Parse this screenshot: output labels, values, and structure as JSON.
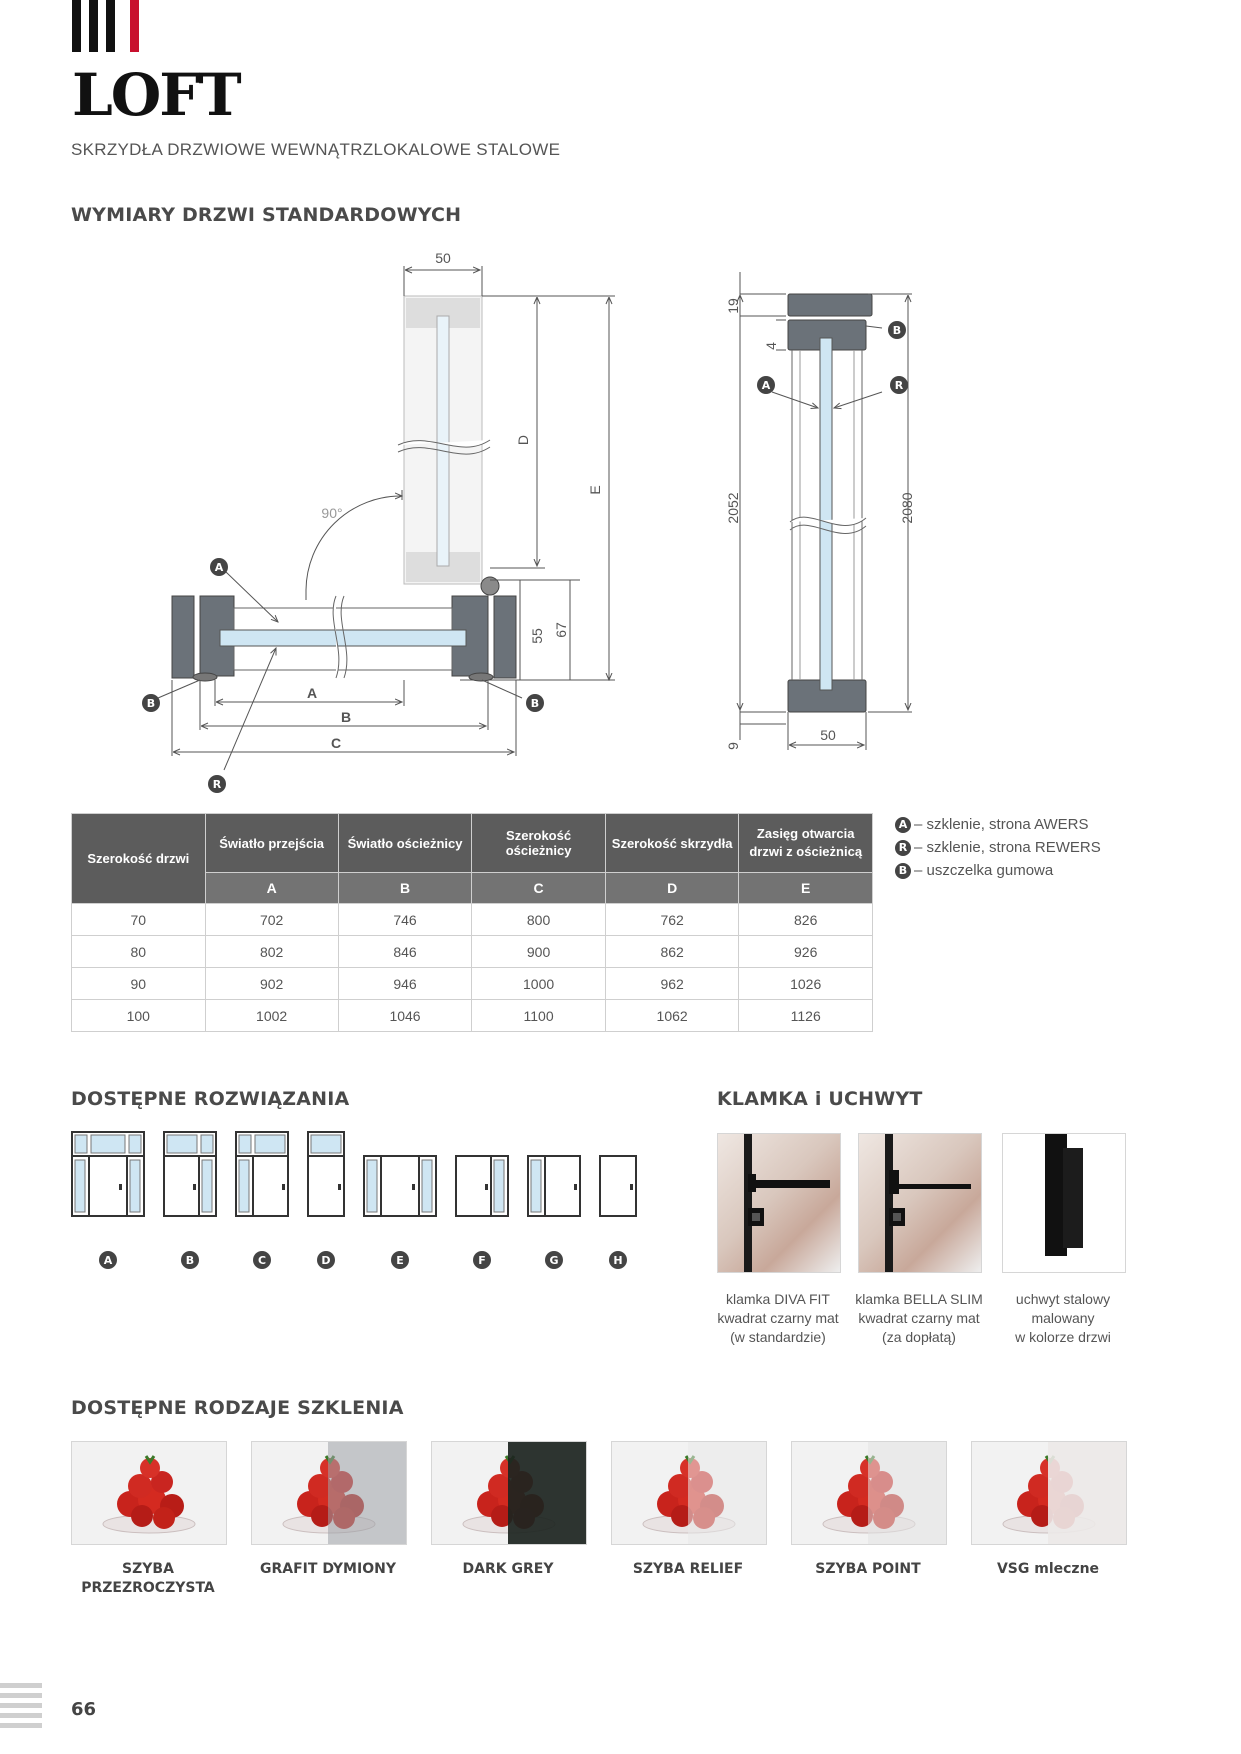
{
  "header": {
    "logo_text": "LOFT",
    "subtitle": "SKRZYDŁA DRZWIOWE WEWNĄTRZLOKALOWE STALOWE"
  },
  "dimensions": {
    "title": "WYMIARY DRZWI STANDARDOWYCH",
    "drawing_labels": {
      "top_width": "50",
      "angle": "90°",
      "d": "D",
      "e": "E",
      "h55": "55",
      "h67": "67",
      "a": "A",
      "b": "B",
      "c": "C",
      "side_19": "19",
      "side_4": "4",
      "side_2052": "2052",
      "side_2080": "2080",
      "side_9": "9",
      "side_50": "50"
    }
  },
  "table": {
    "headers": [
      "Szerokość drzwi",
      "Światło przejścia",
      "Światło ościeżnicy",
      "Szerokość ościeżnicy",
      "Szerokość skrzydła",
      "Zasięg otwarcia drzwi z ościeżnicą"
    ],
    "letters": [
      "A",
      "B",
      "C",
      "D",
      "E"
    ],
    "rows": [
      [
        "70",
        "702",
        "746",
        "800",
        "762",
        "826"
      ],
      [
        "80",
        "802",
        "846",
        "900",
        "862",
        "926"
      ],
      [
        "90",
        "902",
        "946",
        "1000",
        "962",
        "1026"
      ],
      [
        "100",
        "1002",
        "1046",
        "1100",
        "1062",
        "1126"
      ]
    ]
  },
  "legend": [
    {
      "badge": "A",
      "text": "– szklenie, strona AWERS"
    },
    {
      "badge": "R",
      "text": "– szklenie, strona REWERS"
    },
    {
      "badge": "B",
      "text": "– uszczelka gumowa"
    }
  ],
  "solutions": {
    "title": "DOSTĘPNE ROZWIĄZANIA",
    "items": [
      "A",
      "B",
      "C",
      "D",
      "E",
      "F",
      "G",
      "H"
    ]
  },
  "handles": {
    "title": "KLAMKA i UCHWYT",
    "items": [
      {
        "line1": "klamka DIVA FIT",
        "line2": "kwadrat czarny mat",
        "line3": "(w standardzie)"
      },
      {
        "line1": "klamka BELLA SLIM",
        "line2": "kwadrat czarny mat",
        "line3": "(za dopłatą)"
      },
      {
        "line1": "uchwyt stalowy",
        "line2": "malowany",
        "line3": "w kolorze drzwi"
      }
    ]
  },
  "glazing": {
    "title": "DOSTĘPNE RODZAJE SZKLENIA",
    "items": [
      {
        "line1": "SZYBA",
        "line2": "PRZEZROCZYSTA",
        "tint": "#ffffff"
      },
      {
        "line1": "GRAFIT DYMIONY",
        "line2": "",
        "tint": "#9fa3a7"
      },
      {
        "line1": "DARK GREY",
        "line2": "",
        "tint": "#1c2420"
      },
      {
        "line1": "SZYBA RELIEF",
        "line2": "",
        "tint": "#eaeaea"
      },
      {
        "line1": "SZYBA POINT",
        "line2": "",
        "tint": "#e4e4e4"
      },
      {
        "line1": "VSG mleczne",
        "line2": "",
        "tint": "#ece9e8"
      }
    ]
  },
  "footer": {
    "page_number": "66"
  },
  "colors": {
    "accent": "#c8102e",
    "frame_grey": "#6b7279",
    "glass": "#cfe6f3"
  }
}
